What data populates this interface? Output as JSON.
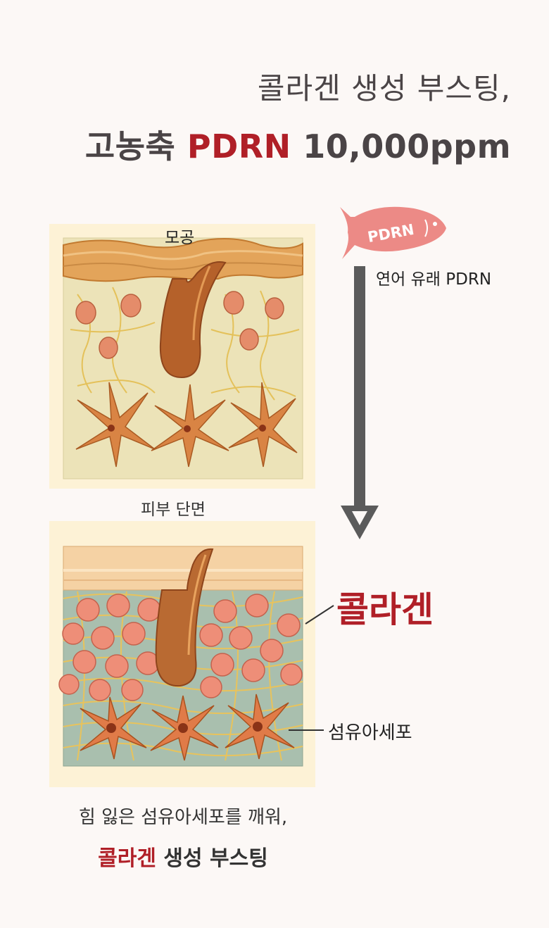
{
  "headline": {
    "line1": "콜라겐 생성 부스팅,",
    "line2_prefix": "고농축 ",
    "line2_highlight": "PDRN",
    "line2_suffix": " 10,000ppm"
  },
  "top_illustration": {
    "pore_label": "모공",
    "caption": "피부 단면"
  },
  "salmon_badge": {
    "text": "PDRN"
  },
  "arrow_label": "연어 유래 PDRN",
  "bottom_illustration": {
    "collagen_label": "콜라겐",
    "fibroblast_label": "섬유아세포"
  },
  "bottom_caption": {
    "line1": "힘 잃은 섬유아세포를 깨워,",
    "line2_highlight": "콜라겐",
    "line2_rest": " 생성 부스팅"
  },
  "colors": {
    "accent_red": "#b01f27",
    "text_gray": "#4a4446",
    "arrow_gray": "#5b5b5b",
    "salmon": "#ec8a86"
  }
}
